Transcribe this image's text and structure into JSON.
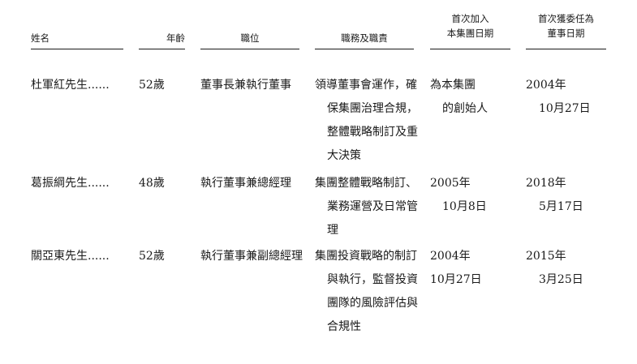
{
  "table": {
    "headers": {
      "name": "姓名",
      "age": "年齡",
      "position": "職位",
      "duties": "職務及職責",
      "joined": [
        "首次加入",
        "本集團日期"
      ],
      "appointed": [
        "首次獲委任為",
        "董事日期"
      ]
    },
    "rows": [
      {
        "name": "杜軍紅先生......",
        "age": "52歲",
        "position": "董事長兼執行董事",
        "duties": [
          "領導董事會運作，確",
          "保集團治理合規，",
          "整體戰略制訂及重",
          "大決策"
        ],
        "joined": [
          "為本集團",
          "的創始人"
        ],
        "appointed": [
          "2004年",
          "10月27日"
        ]
      },
      {
        "name": "葛振綱先生......",
        "age": "48歲",
        "position": "執行董事兼總經理",
        "duties": [
          "集團整體戰略制訂、",
          "業務運營及日常管",
          "理"
        ],
        "joined": [
          "2005年",
          "10月8日"
        ],
        "appointed": [
          "2018年",
          "5月17日"
        ]
      },
      {
        "name": "關亞東先生......",
        "age": "52歲",
        "position": "執行董事兼副總經理",
        "duties": [
          "集團投資戰略的制訂",
          "與執行，監督投資",
          "團隊的風險評估與",
          "合規性"
        ],
        "joined": [
          "2004年",
          "10月27日"
        ],
        "appointed": [
          "2015年",
          "3月25日"
        ]
      }
    ]
  }
}
